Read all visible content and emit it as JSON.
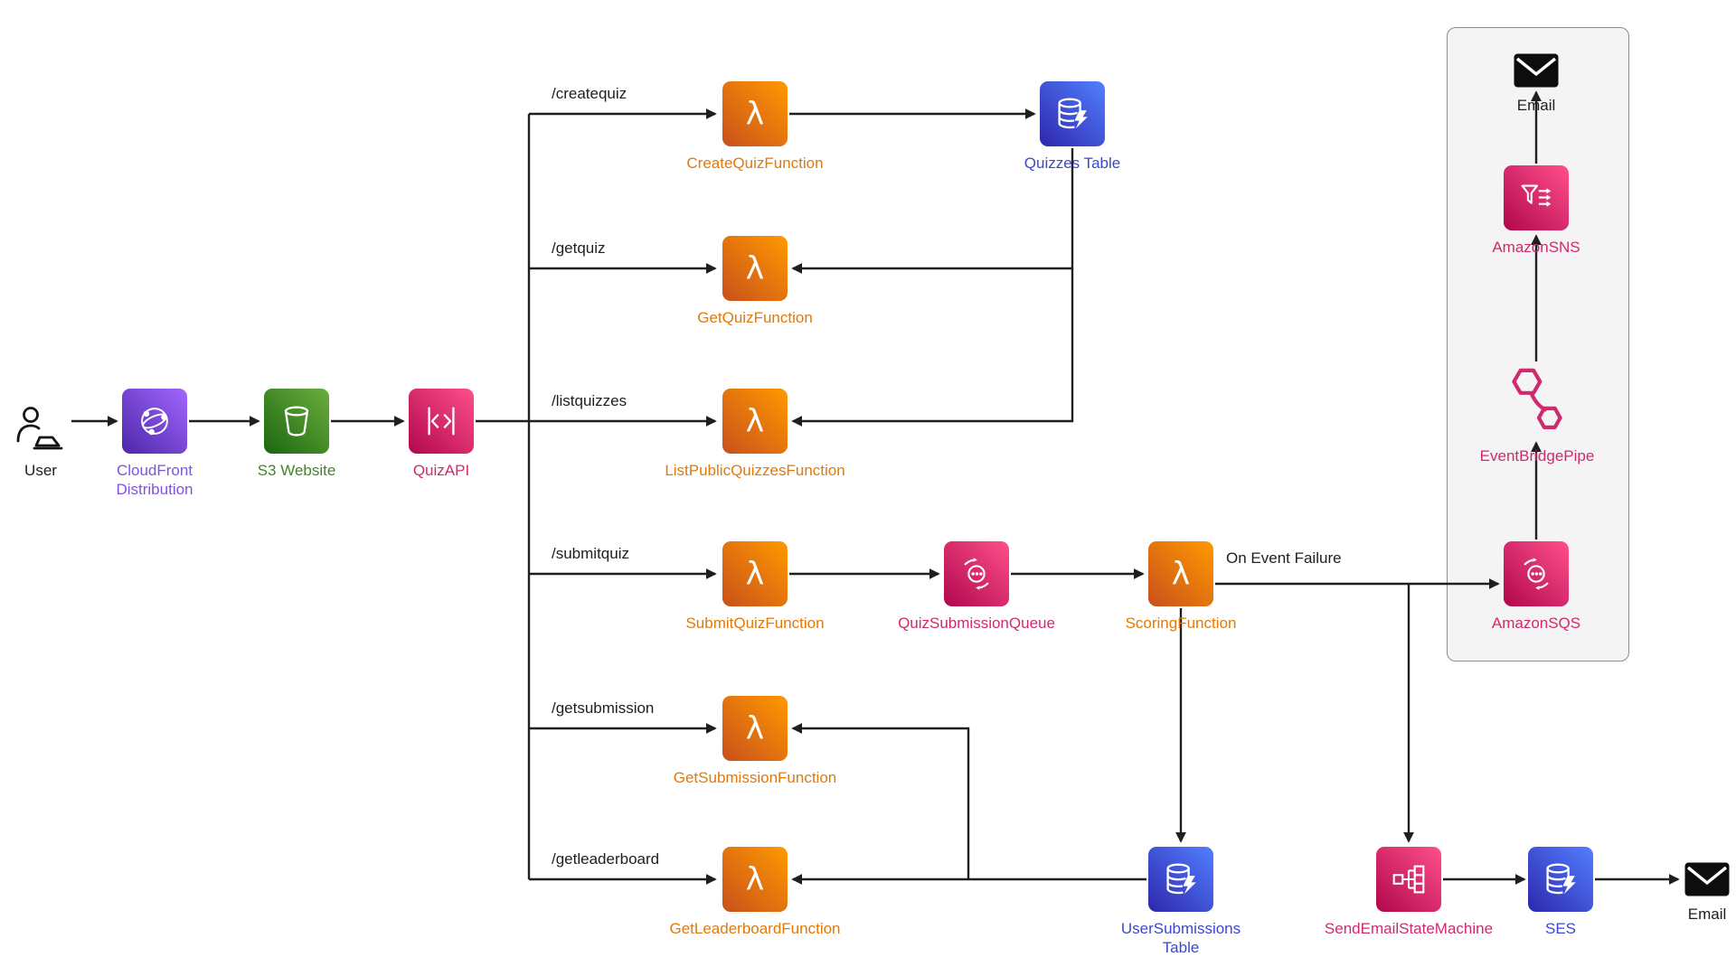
{
  "palette": {
    "ink": "#1f1f1f",
    "bg": "#ffffff",
    "orange-a": "#C8511B",
    "orange-b": "#FF9900",
    "orange-t": "#E27908",
    "pink-a": "#B0084D",
    "pink-b": "#FF4F8B",
    "pink-t": "#CF2A6E",
    "blue-a": "#2E27AD",
    "blue-b": "#527FFF",
    "blue-t": "#3B48CC",
    "purple-a": "#4D27A8",
    "purple-b": "#A166FF",
    "purple-t": "#7D55DB",
    "green-a": "#1B660F",
    "green-b": "#6CAE3E",
    "green-t": "#3F8624",
    "box-bg": "#f4f4f4",
    "box-border": "#8d8d8d"
  },
  "icons": {
    "user": "person-with-laptop-icon",
    "cloudfront": "cloudfront-globe-icon",
    "s3": "s3-bucket-icon",
    "api_gateway": "api-gateway-icon",
    "lambda": "lambda-icon",
    "dynamodb_table": "database-table-icon",
    "sqs_queue": "sqs-queue-icon",
    "step_functions": "state-machine-icon",
    "sns": "sns-icon",
    "eventbridge_pipe": "eventbridge-pipe-icon",
    "email": "email-envelope-icon"
  },
  "nodes": {
    "user": {
      "label": "User"
    },
    "cloudfront": {
      "label": "CloudFront\nDistribution"
    },
    "s3": {
      "label": "S3 Website"
    },
    "quizapi": {
      "label": "QuizAPI"
    },
    "create_quiz": {
      "label": "CreateQuizFunction"
    },
    "quizzes_table": {
      "label": "Quizzes Table"
    },
    "get_quiz": {
      "label": "GetQuizFunction"
    },
    "list_quizzes": {
      "label": "ListPublicQuizzesFunction"
    },
    "submit_quiz": {
      "label": "SubmitQuizFunction"
    },
    "quiz_submission_queue": {
      "label": "QuizSubmissionQueue"
    },
    "scoring": {
      "label": "ScoringFunction"
    },
    "get_submission": {
      "label": "GetSubmissionFunction"
    },
    "get_leaderboard": {
      "label": "GetLeaderboardFunction"
    },
    "user_submissions_table": {
      "label": "UserSubmissions\nTable"
    },
    "send_email_sm": {
      "label": "SendEmailStateMachine"
    },
    "ses": {
      "label": "SES"
    },
    "email_out": {
      "label": "Email"
    },
    "email_notify": {
      "label": "Email"
    },
    "sns": {
      "label": "AmazonSNS"
    },
    "eventbridge_pipe": {
      "label": "EventBridgePipe"
    },
    "sqs": {
      "label": "AmazonSQS"
    }
  },
  "routes": {
    "createquiz": "/createquiz",
    "getquiz": "/getquiz",
    "listquizzes": "/listquizzes",
    "submitquiz": "/submitquiz",
    "getsubmission": "/getsubmission",
    "getleaderboard": "/getleaderboard"
  },
  "labels": {
    "on_event_failure": "On Event Failure"
  }
}
